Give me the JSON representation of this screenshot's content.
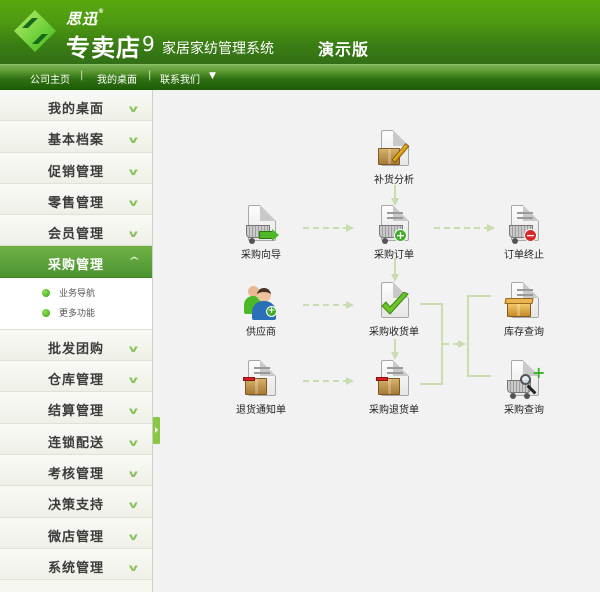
{
  "header": {
    "brand_small": "思迅",
    "brand_reg": "®",
    "brand_main": "专卖店",
    "version": "9",
    "subtitle": "家居家纺管理系统",
    "edition": "演示版"
  },
  "navbar": {
    "items": [
      "公司主页",
      "我的桌面",
      "联系我们"
    ],
    "separator": "|",
    "dropdown_icon": "▼"
  },
  "sidebar": {
    "items": [
      {
        "label": "我的桌面",
        "icon": "chevron-down-icon"
      },
      {
        "label": "基本档案",
        "icon": "chevron-down-icon"
      },
      {
        "label": "促销管理",
        "icon": "chevron-down-icon"
      },
      {
        "label": "零售管理",
        "icon": "chevron-down-icon"
      },
      {
        "label": "会员管理",
        "icon": "chevron-down-icon"
      },
      {
        "label": "采购管理",
        "icon": "chevron-up-icon",
        "active": true
      },
      {
        "label": "批发团购",
        "icon": "chevron-down-icon"
      },
      {
        "label": "仓库管理",
        "icon": "chevron-down-icon"
      },
      {
        "label": "结算管理",
        "icon": "chevron-down-icon"
      },
      {
        "label": "连锁配送",
        "icon": "chevron-down-icon"
      },
      {
        "label": "考核管理",
        "icon": "chevron-down-icon"
      },
      {
        "label": "决策支持",
        "icon": "chevron-down-icon"
      },
      {
        "label": "微店管理",
        "icon": "chevron-down-icon"
      },
      {
        "label": "系统管理",
        "icon": "chevron-down-icon"
      }
    ],
    "submenu": [
      "业务导航",
      "更多功能"
    ],
    "chevron_down": "⌄",
    "chevron_up": "^"
  },
  "flow": {
    "nodes": {
      "replenish_analysis": "补货分析",
      "purchase_guide": "采购向导",
      "purchase_order": "采购订单",
      "order_terminate": "订单终止",
      "supplier": "供应商",
      "purchase_receipt": "采购收货单",
      "inventory_query": "库存查询",
      "return_notice": "退货通知单",
      "purchase_return": "采购退货单",
      "purchase_query": "采购查询"
    },
    "colors": {
      "connector": "#c8ddb0",
      "accent_green": "#5aa03a",
      "header_green": "#4d9a10"
    }
  }
}
